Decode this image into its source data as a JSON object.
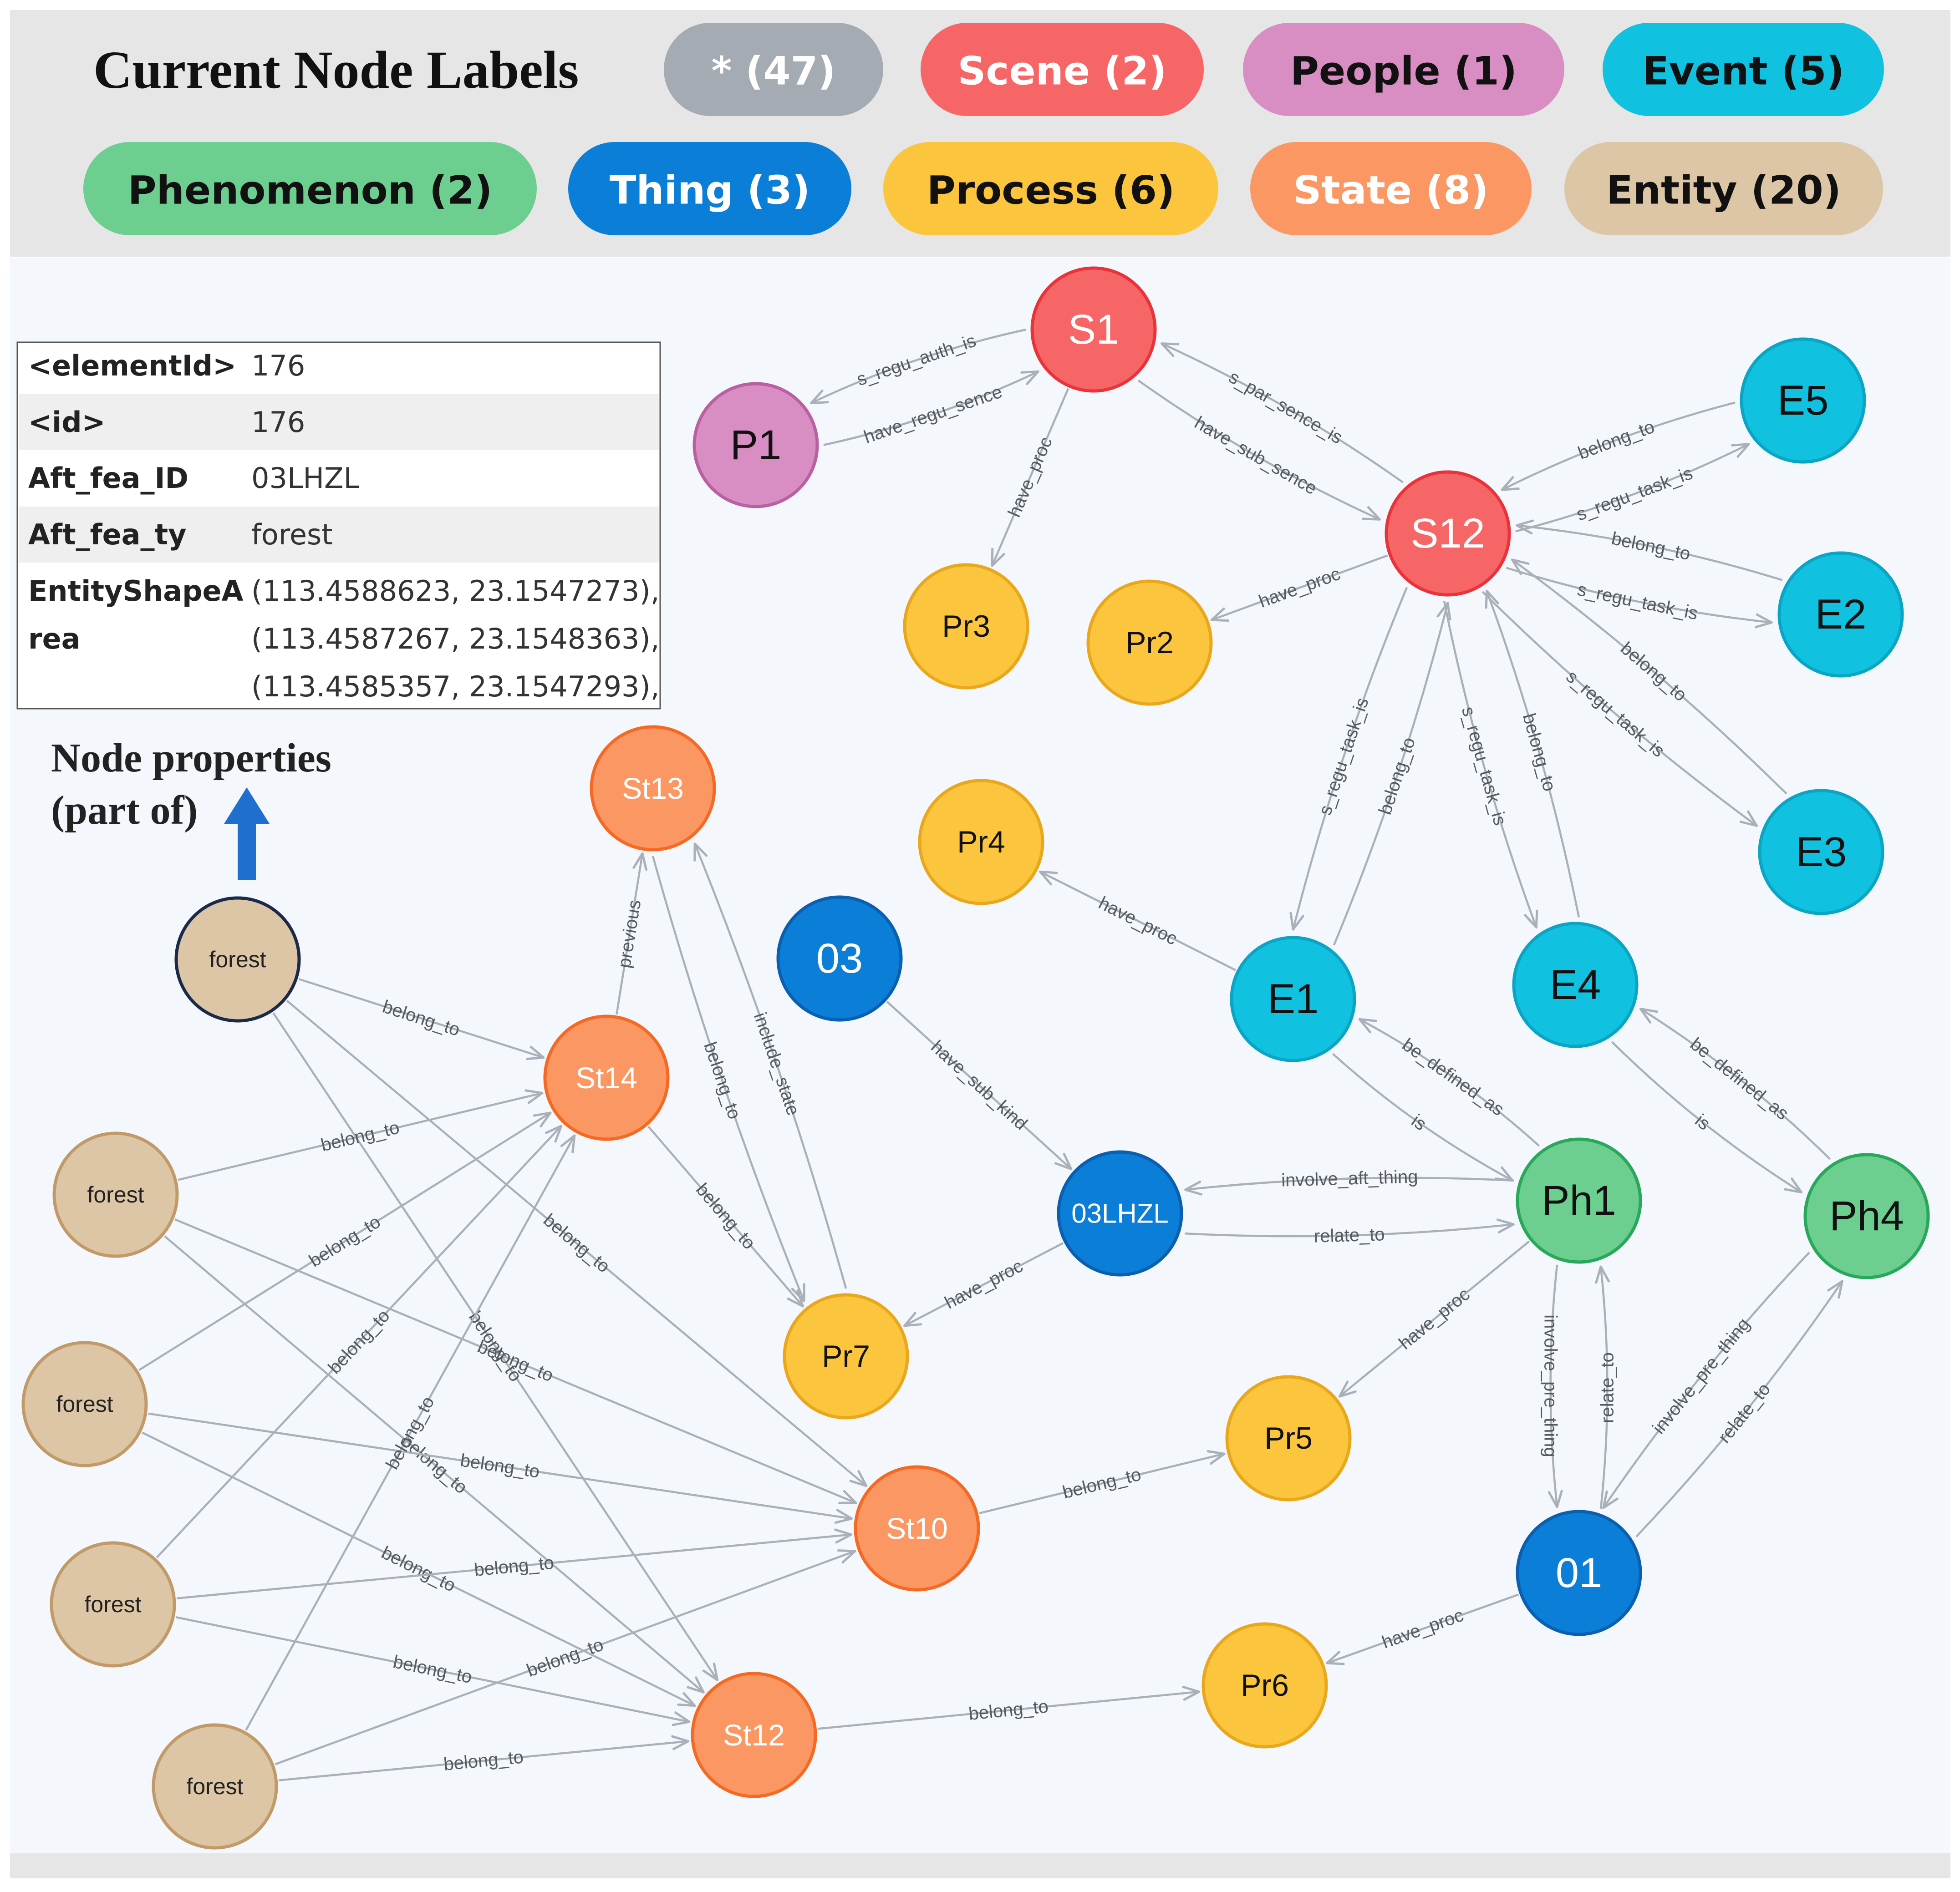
{
  "legend": {
    "title": "Current Node Labels",
    "pills": [
      {
        "label": "*  (47)",
        "color": "#a5abb3",
        "text_color": "#ffffff"
      },
      {
        "label": "Scene  (2)",
        "color": "#f76666",
        "text_color": "#ffffff"
      },
      {
        "label": "People  (1)",
        "color": "#d98ec3",
        "text_color": "#111111"
      },
      {
        "label": "Event  (5)",
        "color": "#10c2e0",
        "text_color": "#111111"
      },
      {
        "label": "Phenomenon  (2)",
        "color": "#6ccf90",
        "text_color": "#111111"
      },
      {
        "label": "Thing  (3)",
        "color": "#0b7ed8",
        "text_color": "#ffffff"
      },
      {
        "label": "Process  (6)",
        "color": "#fcc53e",
        "text_color": "#111111"
      },
      {
        "label": "State  (8)",
        "color": "#fb9762",
        "text_color": "#ffffff"
      },
      {
        "label": "Entity  (20)",
        "color": "#dcc6a6",
        "text_color": "#111111"
      }
    ]
  },
  "properties": {
    "rows": [
      {
        "key": "<elementId>",
        "value": "176"
      },
      {
        "key": "<id>",
        "value": "176"
      },
      {
        "key": "Aft_fea_ID",
        "value": "03LHZL"
      },
      {
        "key": "Aft_fea_ty",
        "value": "forest"
      }
    ],
    "shape_key_line1": "EntityShapeA",
    "shape_key_line2": "rea",
    "shape_values": [
      "(113.4588623, 23.1547273),",
      "(113.4587267, 23.1548363),",
      "(113.4585357, 23.1547293),"
    ],
    "caption_line1": "Node properties",
    "caption_line2": "(part of)"
  },
  "colors": {
    "Scene": {
      "fill": "#f76666",
      "stroke": "#e9323a",
      "text": "#ffffff"
    },
    "People": {
      "fill": "#d98ec3",
      "stroke": "#b960a3",
      "text": "#111111"
    },
    "Event": {
      "fill": "#10c2e0",
      "stroke": "#0aa4c4",
      "text": "#111111"
    },
    "Phenomenon": {
      "fill": "#6ccf90",
      "stroke": "#27a85a",
      "text": "#111111"
    },
    "Thing": {
      "fill": "#0b7ed8",
      "stroke": "#0a5fb0",
      "text": "#ffffff"
    },
    "Process": {
      "fill": "#fcc53e",
      "stroke": "#e9a81c",
      "text": "#111111"
    },
    "State": {
      "fill": "#fb9762",
      "stroke": "#f46a25",
      "text": "#ffffff"
    },
    "Entity": {
      "fill": "#dcc6a6",
      "stroke": "#c19a67",
      "text": "#222222"
    }
  },
  "nodes": [
    {
      "id": "S1",
      "label": "S1",
      "type": "Scene"
    },
    {
      "id": "S12",
      "label": "S12",
      "type": "Scene"
    },
    {
      "id": "P1",
      "label": "P1",
      "type": "People"
    },
    {
      "id": "Pr3",
      "label": "Pr3",
      "type": "Process"
    },
    {
      "id": "Pr2",
      "label": "Pr2",
      "type": "Process"
    },
    {
      "id": "E5",
      "label": "E5",
      "type": "Event"
    },
    {
      "id": "E2",
      "label": "E2",
      "type": "Event"
    },
    {
      "id": "E3",
      "label": "E3",
      "type": "Event"
    },
    {
      "id": "E1",
      "label": "E1",
      "type": "Event"
    },
    {
      "id": "E4",
      "label": "E4",
      "type": "Event"
    },
    {
      "id": "Pr4",
      "label": "Pr4",
      "type": "Process"
    },
    {
      "id": "St13",
      "label": "St13",
      "type": "State"
    },
    {
      "id": "03",
      "label": "03",
      "type": "Thing"
    },
    {
      "id": "St14",
      "label": "St14",
      "type": "State"
    },
    {
      "id": "03LHZL",
      "label": "03LHZL",
      "type": "Thing"
    },
    {
      "id": "Ph1",
      "label": "Ph1",
      "type": "Phenomenon"
    },
    {
      "id": "Ph4",
      "label": "Ph4",
      "type": "Phenomenon"
    },
    {
      "id": "Pr7",
      "label": "Pr7",
      "type": "Process"
    },
    {
      "id": "Pr5",
      "label": "Pr5",
      "type": "Process"
    },
    {
      "id": "St10",
      "label": "St10",
      "type": "State"
    },
    {
      "id": "01",
      "label": "01",
      "type": "Thing"
    },
    {
      "id": "Pr6",
      "label": "Pr6",
      "type": "Process"
    },
    {
      "id": "St12",
      "label": "St12",
      "type": "State"
    },
    {
      "id": "f0",
      "label": "forest",
      "type": "Entity",
      "selected": true
    },
    {
      "id": "f1",
      "label": "forest",
      "type": "Entity"
    },
    {
      "id": "f2",
      "label": "forest",
      "type": "Entity"
    },
    {
      "id": "f3",
      "label": "forest",
      "type": "Entity"
    },
    {
      "id": "f4",
      "label": "forest",
      "type": "Entity"
    }
  ],
  "edges": [
    {
      "from": "S1",
      "to": "P1",
      "label": "s_regu_auth_is"
    },
    {
      "from": "P1",
      "to": "S1",
      "label": "have_regu_sence"
    },
    {
      "from": "S1",
      "to": "Pr3",
      "label": "have_proc"
    },
    {
      "from": "S1",
      "to": "S12",
      "label": "have_sub_sence"
    },
    {
      "from": "S12",
      "to": "S1",
      "label": "s_par_sence_is"
    },
    {
      "from": "S12",
      "to": "Pr2",
      "label": "have_proc"
    },
    {
      "from": "S12",
      "to": "E5",
      "label": "s_regu_task_is"
    },
    {
      "from": "E5",
      "to": "S12",
      "label": "belong_to"
    },
    {
      "from": "E2",
      "to": "S12",
      "label": "belong_to"
    },
    {
      "from": "S12",
      "to": "E2",
      "label": "s_regu_task_is"
    },
    {
      "from": "E3",
      "to": "S12",
      "label": "belong_to"
    },
    {
      "from": "S12",
      "to": "E3",
      "label": "s_regu_task_is"
    },
    {
      "from": "S12",
      "to": "E1",
      "label": "s_regu_task_is"
    },
    {
      "from": "E1",
      "to": "S12",
      "label": "belong_to"
    },
    {
      "from": "S12",
      "to": "E4",
      "label": "s_regu_task_is"
    },
    {
      "from": "E4",
      "to": "S12",
      "label": "belong_to"
    },
    {
      "from": "E1",
      "to": "Pr4",
      "label": "have_proc"
    },
    {
      "from": "E1",
      "to": "Ph1",
      "label": "is"
    },
    {
      "from": "Ph1",
      "to": "E1",
      "label": "be_defined_as"
    },
    {
      "from": "E4",
      "to": "Ph4",
      "label": "is"
    },
    {
      "from": "Ph4",
      "to": "E4",
      "label": "be_defined_as"
    },
    {
      "from": "03",
      "to": "03LHZL",
      "label": "have_sub_kind"
    },
    {
      "from": "Ph1",
      "to": "03LHZL",
      "label": "involve_aft_thing"
    },
    {
      "from": "03LHZL",
      "to": "Ph1",
      "label": "relate_to"
    },
    {
      "from": "03LHZL",
      "to": "Pr7",
      "label": "have_proc"
    },
    {
      "from": "Ph1",
      "to": "Pr5",
      "label": "have_proc"
    },
    {
      "from": "01",
      "to": "Ph1",
      "label": "relate_to"
    },
    {
      "from": "Ph1",
      "to": "01",
      "label": "involve_pre_thing"
    },
    {
      "from": "Ph4",
      "to": "01",
      "label": "involve_pre_thing"
    },
    {
      "from": "01",
      "to": "Ph4",
      "label": "relate_to"
    },
    {
      "from": "01",
      "to": "Pr6",
      "label": "have_proc"
    },
    {
      "from": "St14",
      "to": "St13",
      "label": "previous"
    },
    {
      "from": "Pr7",
      "to": "St13",
      "label": "include_state"
    },
    {
      "from": "St13",
      "to": "Pr7",
      "label": "belong_to"
    },
    {
      "from": "St14",
      "to": "Pr7",
      "label": "belong_to"
    },
    {
      "from": "St10",
      "to": "Pr5",
      "label": "belong_to"
    },
    {
      "from": "St12",
      "to": "Pr6",
      "label": "belong_to"
    },
    {
      "from": "f0",
      "to": "St14",
      "label": "belong_to"
    },
    {
      "from": "f0",
      "to": "St10",
      "label": "belong_to"
    },
    {
      "from": "f0",
      "to": "St12",
      "label": "belong_to"
    },
    {
      "from": "f1",
      "to": "St14",
      "label": "belong_to"
    },
    {
      "from": "f1",
      "to": "St10",
      "label": "belong_to"
    },
    {
      "from": "f1",
      "to": "St12",
      "label": "belong_to"
    },
    {
      "from": "f2",
      "to": "St14",
      "label": "belong_to"
    },
    {
      "from": "f2",
      "to": "St10",
      "label": "belong_to"
    },
    {
      "from": "f2",
      "to": "St12",
      "label": "belong_to"
    },
    {
      "from": "f3",
      "to": "St14",
      "label": "belong_to"
    },
    {
      "from": "f3",
      "to": "St10",
      "label": "belong_to"
    },
    {
      "from": "f3",
      "to": "St12",
      "label": "belong_to"
    },
    {
      "from": "f4",
      "to": "St14",
      "label": "belong_to"
    },
    {
      "from": "f4",
      "to": "St10",
      "label": "belong_to"
    },
    {
      "from": "f4",
      "to": "St12",
      "label": "belong_to"
    }
  ]
}
